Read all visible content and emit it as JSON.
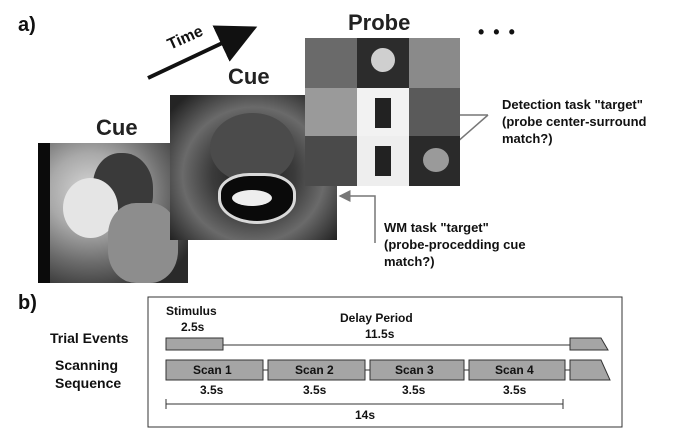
{
  "panel_a": {
    "label": "a)",
    "time_label": "Time",
    "cue1_label": "Cue",
    "cue2_label": "Cue",
    "probe_label": "Probe",
    "ellipsis": "• • •",
    "detection_text": [
      "Detection task \"target\"",
      "(probe center-surround",
      "match?)"
    ],
    "wm_text": [
      "WM task \"target\"",
      "(probe-procedding cue",
      "match?)"
    ]
  },
  "panel_b": {
    "label": "b)",
    "row1_label": "Trial Events",
    "row2_label": [
      "Scanning",
      "Sequence"
    ],
    "stimulus_label": "Stimulus",
    "stimulus_duration": "2.5s",
    "delay_label": "Delay Period",
    "delay_duration": "11.5s",
    "scans": [
      {
        "label": "Scan 1",
        "duration": "3.5s"
      },
      {
        "label": "Scan 2",
        "duration": "3.5s"
      },
      {
        "label": "Scan 3",
        "duration": "3.5s"
      },
      {
        "label": "Scan 4",
        "duration": "3.5s"
      }
    ],
    "total_duration": "14s"
  }
}
